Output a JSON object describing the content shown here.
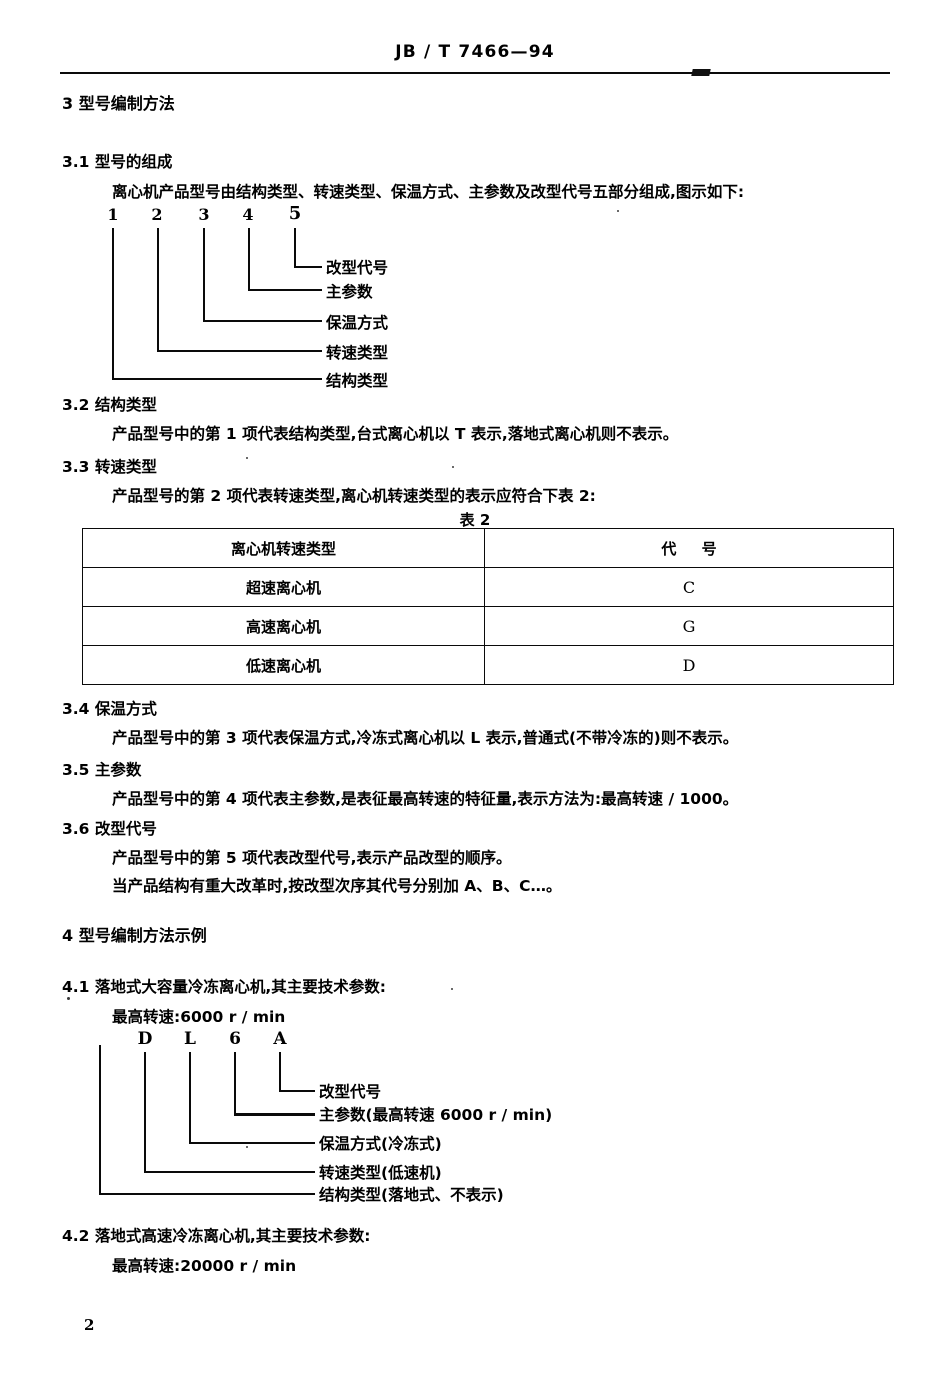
{
  "header": {
    "standard_number": "JB / T 7466—94"
  },
  "page_number": "2",
  "sections": {
    "s3_title": "3  型号编制方法",
    "s3_1_title": "3.1   型号的组成",
    "s3_1_text": "离心机产品型号由结构类型、转速类型、保温方式、主参数及改型代号五部分组成,图示如下:",
    "s3_2_title": "3.2   结构类型",
    "s3_2_text": "产品型号中的第 1 项代表结构类型,台式离心机以 T 表示,落地式离心机则不表示。",
    "s3_3_title": "3.3   转速类型",
    "s3_3_text": "产品型号的第 2 项代表转速类型,离心机转速类型的表示应符合下表 2:",
    "s3_4_title": "3.4   保温方式",
    "s3_4_text": "产品型号中的第 3 项代表保温方式,冷冻式离心机以 L 表示,普通式(不带冷冻的)则不表示。",
    "s3_5_title": "3.5   主参数",
    "s3_5_text": "产品型号中的第 4 项代表主参数,是表征最高转速的特征量,表示方法为:最高转速 / 1000。",
    "s3_6_title": "3.6   改型代号",
    "s3_6_text_1": "产品型号中的第 5 项代表改型代号,表示产品改型的顺序。",
    "s3_6_text_2": "当产品结构有重大改革时,按改型次序其代号分别加 A、B、C…。",
    "s4_title": "4  型号编制方法示例",
    "s4_1_title": "4.1   落地式大容量冷冻离心机,其主要技术参数:",
    "s4_1_spec": "最高转速:6000 r / min",
    "s4_2_title": "4.2   落地式高速冷冻离心机,其主要技术参数:",
    "s4_2_spec": "最高转速:20000 r / min"
  },
  "diagram_model_composition": {
    "positions": [
      "1",
      "2",
      "3",
      "4",
      "5"
    ],
    "labels": [
      "改型代号",
      "主参数",
      "保温方式",
      "转速类型",
      "结构类型"
    ]
  },
  "diagram_example": {
    "code_letters": [
      "",
      "D",
      "L",
      "6",
      "A"
    ],
    "labels": [
      "改型代号",
      "主参数(最高转速 6000 r / min)",
      "保温方式(冷冻式)",
      "转速类型(低速机)",
      "结构类型(落地式、不表示)"
    ]
  },
  "table2": {
    "caption": "表 2",
    "headers": [
      "离心机转速类型",
      "代    号"
    ],
    "rows": [
      {
        "type": "超速离心机",
        "code": "C"
      },
      {
        "type": "高速离心机",
        "code": "G"
      },
      {
        "type": "低速离心机",
        "code": "D"
      }
    ]
  }
}
